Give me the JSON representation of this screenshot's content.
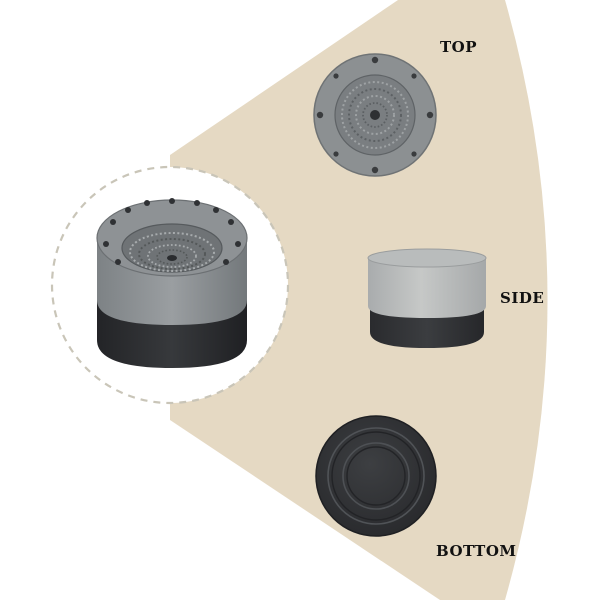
{
  "labels": {
    "top": "TOP",
    "side": "SIDE",
    "bottom": "BOTTOM"
  },
  "colors": {
    "background": "#ffffff",
    "fan_beige": "#e5d9c3",
    "rubber_gray": "#8f9395",
    "rubber_light_gray": "#b3b6b6",
    "rubber_black": "#2c2d30",
    "dashed_circle": "#c9c5b8"
  }
}
